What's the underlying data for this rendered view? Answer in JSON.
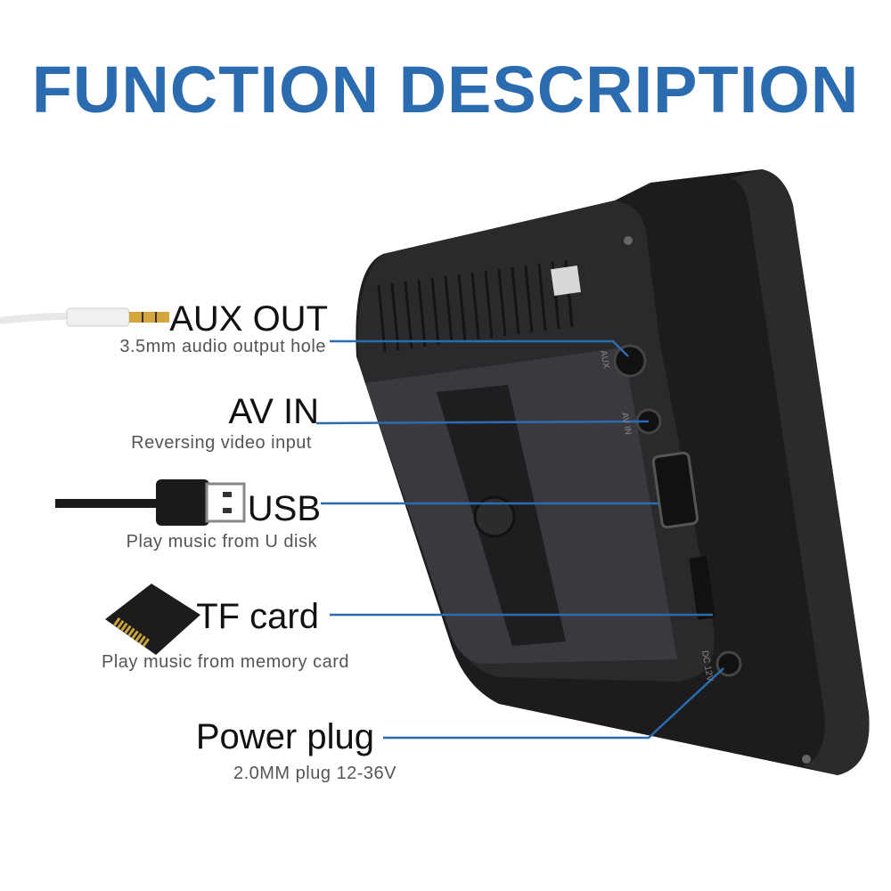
{
  "title": "FUNCTION DESCRIPTION",
  "accent_color": "#2b6cb0",
  "features": [
    {
      "label": "AUX OUT",
      "description": "3.5mm audio output hole",
      "icon": "audio-jack-cable-icon"
    },
    {
      "label": "AV IN",
      "description": "Reversing video input"
    },
    {
      "label": "USB",
      "description": "Play music from U disk",
      "icon": "usb-cable-icon"
    },
    {
      "label": "TF card",
      "description": "Play music from memory card",
      "icon": "tf-card-icon"
    },
    {
      "label": "Power plug",
      "description": "2.0MM plug 12-36V"
    }
  ],
  "port_markings": {
    "aux": "AUX",
    "av_in": "AV IN",
    "dc": "DC 12V"
  }
}
